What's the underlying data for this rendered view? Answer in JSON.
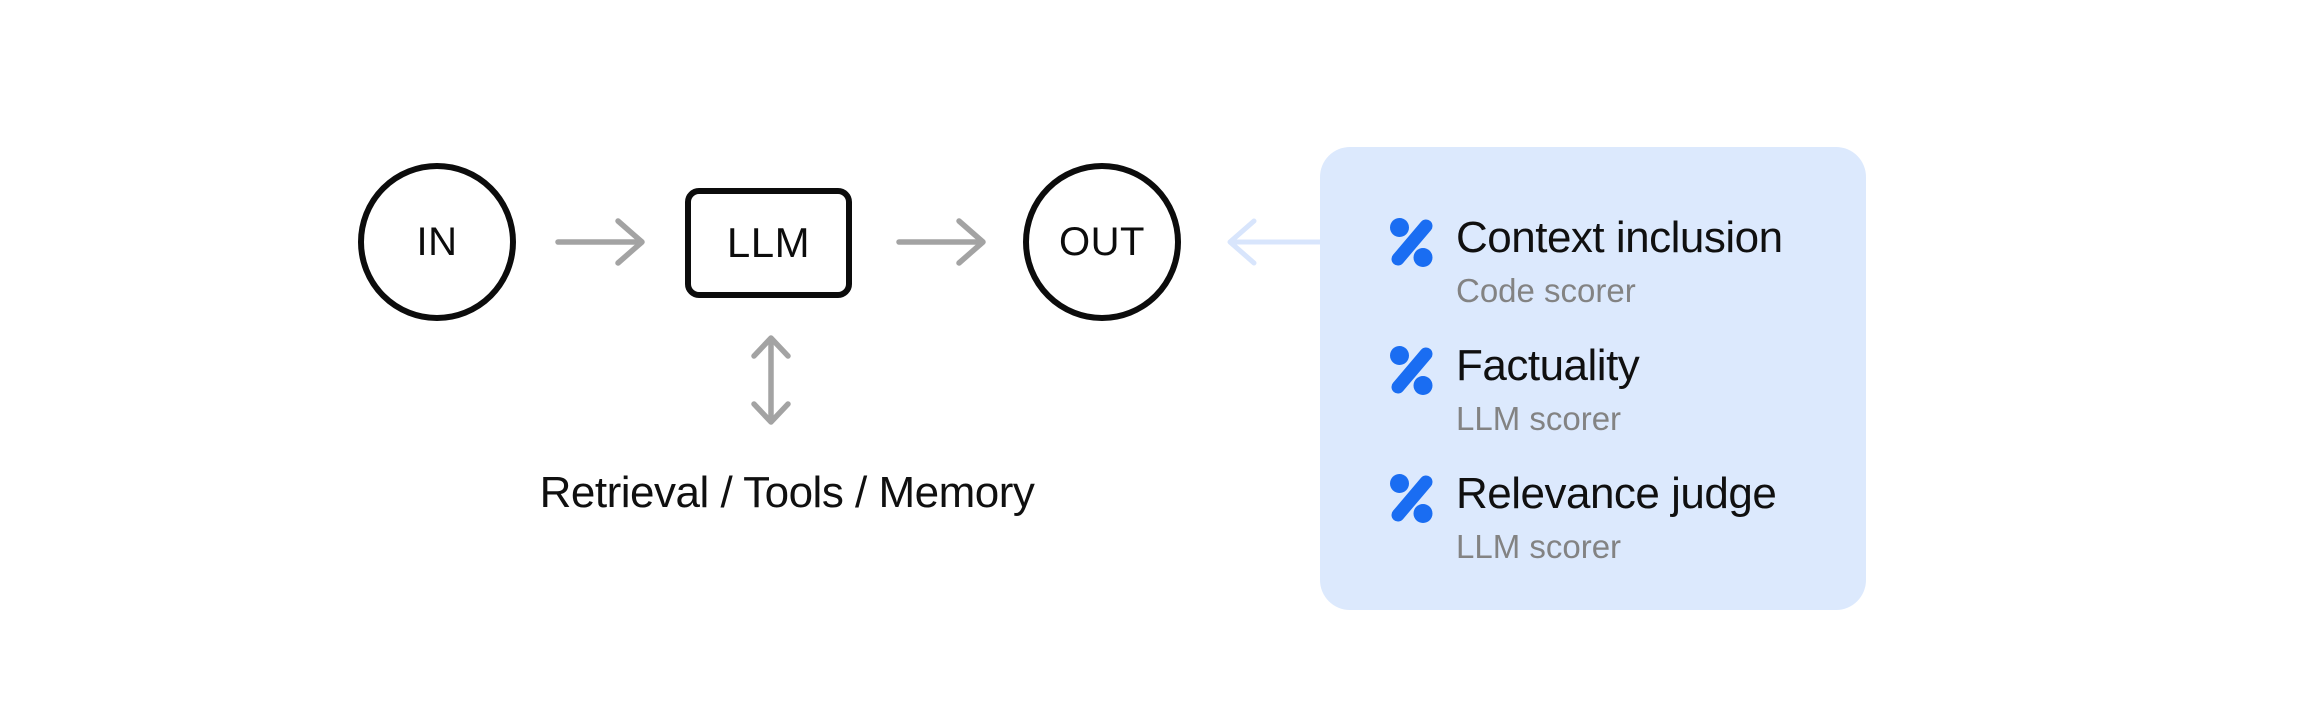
{
  "colors": {
    "background": "#ffffff",
    "node_stroke": "#0c0c0c",
    "arrow_gray": "#a3a3a3",
    "panel_bg": "#dce9fd",
    "panel_arrow": "#d8e5fc",
    "icon_blue": "#1a6df2",
    "title_text": "#101010",
    "subtitle_text": "#838383"
  },
  "diagram": {
    "input_node_label": "IN",
    "llm_node_label": "LLM",
    "output_node_label": "OUT",
    "augmentation_label": "Retrieval / Tools / Memory"
  },
  "scorers_panel": {
    "items": [
      {
        "name": "Context inclusion",
        "type": "Code scorer"
      },
      {
        "name": "Factuality",
        "type": "LLM scorer"
      },
      {
        "name": "Relevance judge",
        "type": "LLM scorer"
      }
    ]
  }
}
